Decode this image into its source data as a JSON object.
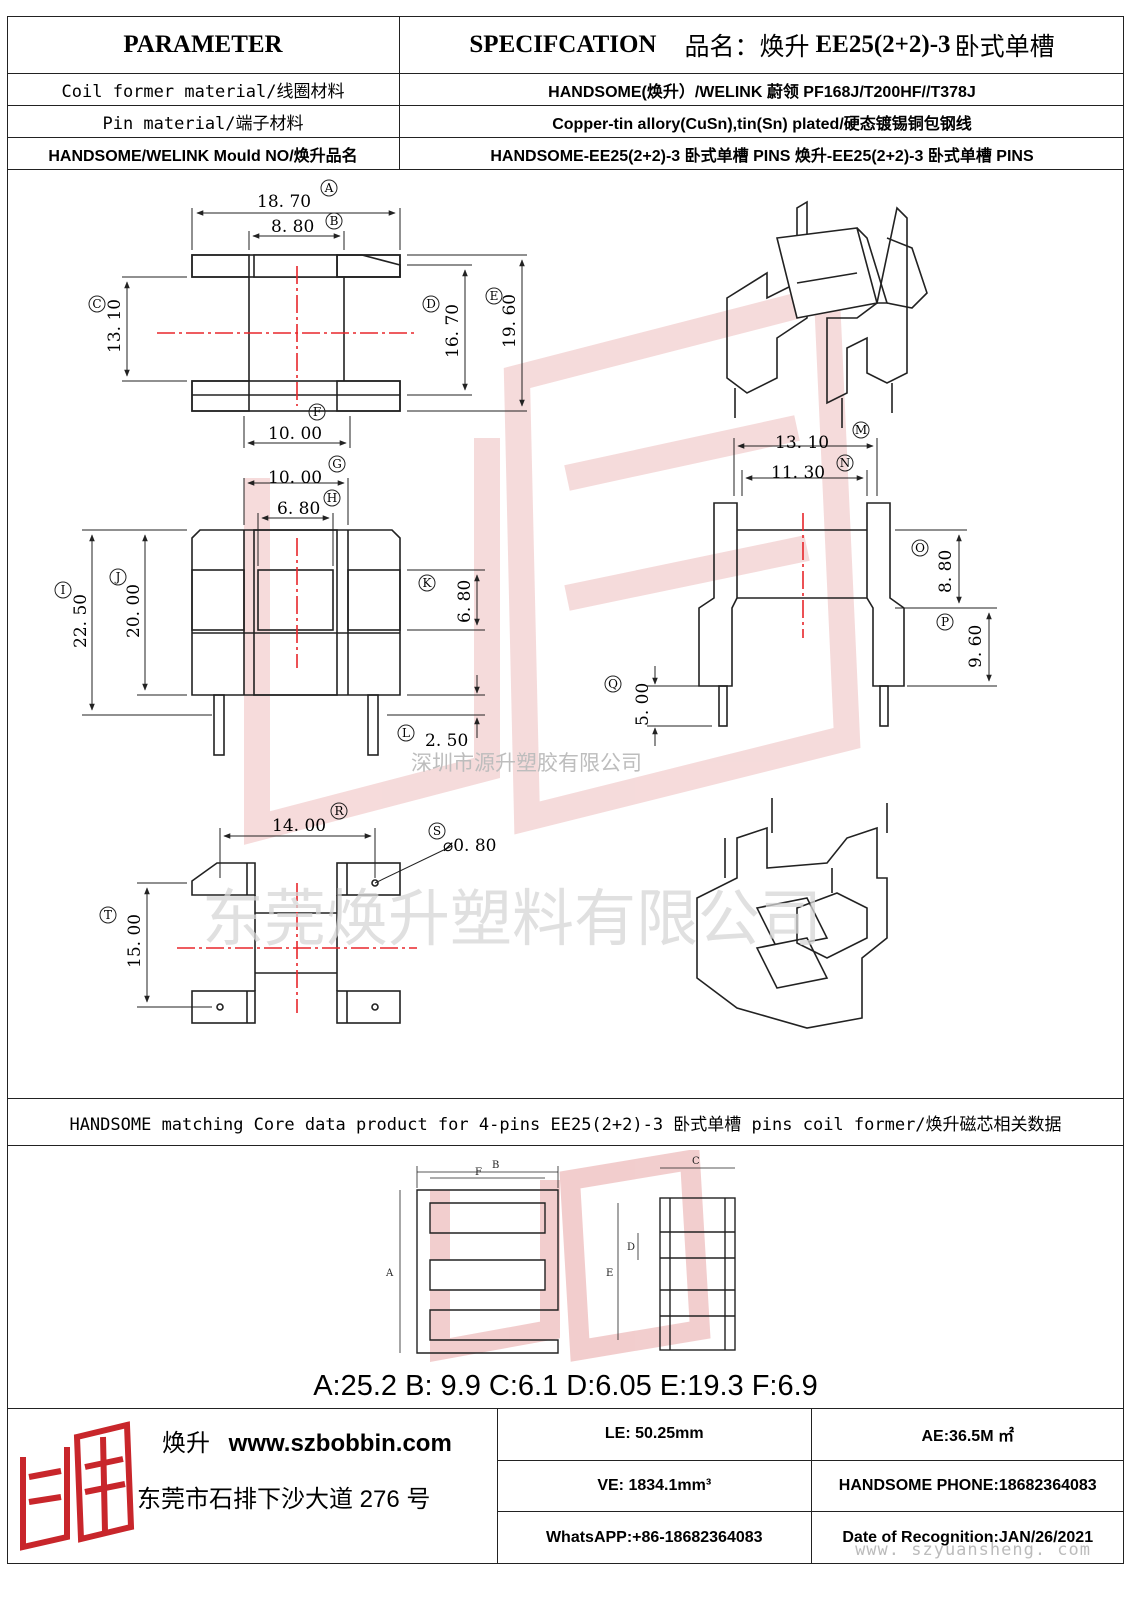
{
  "header": {
    "parameter_label": "PARAMETER",
    "spec_label": "SPECIFCATION",
    "product_name_label": "品名：焕升",
    "product_name_model": "EE25(2+2)-3",
    "product_name_type": "卧式单槽"
  },
  "rows": [
    {
      "label": "Coil former material/线圈材料",
      "value": "HANDSOME(焕升）/WELINK 蔚领 PF168J/T200HF//T378J"
    },
    {
      "label": "Pin material/端子材料",
      "value": "Copper-tin allory(CuSn),tin(Sn) plated/硬态镀锡铜包钢线"
    },
    {
      "label": "HANDSOME/WELINK Mould NO/焕升品名",
      "value": "HANDSOME-EE25(2+2)-3 卧式单槽  PINS    焕升-EE25(2+2)-3 卧式单槽 PINS"
    }
  ],
  "dimensions": {
    "A": "18. 70",
    "B": "8. 80",
    "C": "13. 10",
    "D": "16. 70",
    "E": "19. 60",
    "F": "10. 00",
    "G": "10. 00",
    "H": "6. 80",
    "I": "22. 50",
    "J": "20. 00",
    "K": "6. 80",
    "L": "2. 50",
    "M": "13. 10",
    "N": "11. 30",
    "O": "8. 80",
    "P": "9. 60",
    "Q": "5. 00",
    "R": "14. 00",
    "S": "⌀0. 80",
    "T": "15. 00"
  },
  "watermarks": {
    "company_small": "深圳市源升塑胶有限公司",
    "company_large": "东莞焕升塑料有限公司",
    "url": "www. szyuansheng. com"
  },
  "core_section": {
    "title": "HANDSOME matching Core data  product for 4-pins EE25(2+2)-3 卧式单槽 pins coil former/焕升磁芯相关数据",
    "labels": {
      "A": "A",
      "B": "B",
      "C": "C",
      "D": "D",
      "E": "E",
      "F": "F"
    },
    "values": "A:25.2 B: 9.9 C:6.1 D:6.05 E:19.3 F:6.9"
  },
  "footer": {
    "brand": "焕升",
    "website": "www.szbobbin.com",
    "address": "东莞市石排下沙大道 276 号",
    "le": "LE: 50.25mm",
    "ae": "AE:36.5M ㎡",
    "ve": "VE: 1834.1mm³",
    "phone": "HANDSOME PHONE:18682364083",
    "whatsapp": "WhatsAPP:+86-18682364083",
    "date": "Date of Recognition:JAN/26/2021"
  },
  "colors": {
    "line": "#222222",
    "centerline": "#e8262b",
    "watermark": "#f2c9c9",
    "watermark_text": "#c8c8c8"
  }
}
